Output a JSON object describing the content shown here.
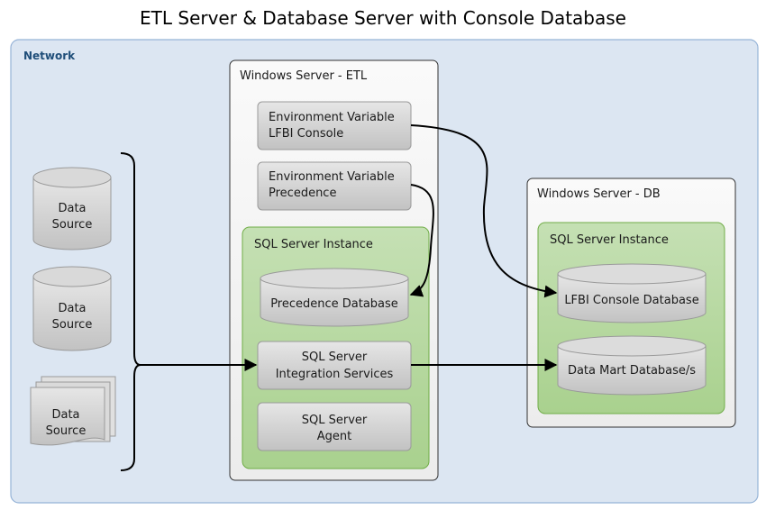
{
  "title": "ETL Server & Database Server with Console Database",
  "network": {
    "label": "Network"
  },
  "sources": [
    {
      "line1": "Data",
      "line2": "Source",
      "kind": "database"
    },
    {
      "line1": "Data",
      "line2": "Source",
      "kind": "database"
    },
    {
      "line1": "Data",
      "line2": "Source",
      "kind": "documents"
    }
  ],
  "etl_server": {
    "label": "Windows Server - ETL",
    "env_console": {
      "line1": "Environment Variable",
      "line2": "LFBI Console"
    },
    "env_precedence": {
      "line1": "Environment Variable",
      "line2": "Precedence"
    },
    "sql_instance": {
      "label": "SQL Server Instance",
      "precedence_db": "Precedence Database",
      "ssis": {
        "line1": "SQL Server",
        "line2": "Integration Services"
      },
      "agent": {
        "line1": "SQL Server",
        "line2": "Agent"
      }
    }
  },
  "db_server": {
    "label": "Windows Server - DB",
    "sql_instance": {
      "label": "SQL Server Instance",
      "console_db": "LFBI Console Database",
      "datamart_db": "Data Mart Database/s"
    }
  },
  "colors": {
    "network_fill": "#dce6f2",
    "network_stroke": "#95b3d7",
    "instance_fill": "#a9d18e",
    "instance_stroke": "#70ad47",
    "gray_fill": "#c9c9c9",
    "gray_stroke": "#9a9a9a"
  }
}
